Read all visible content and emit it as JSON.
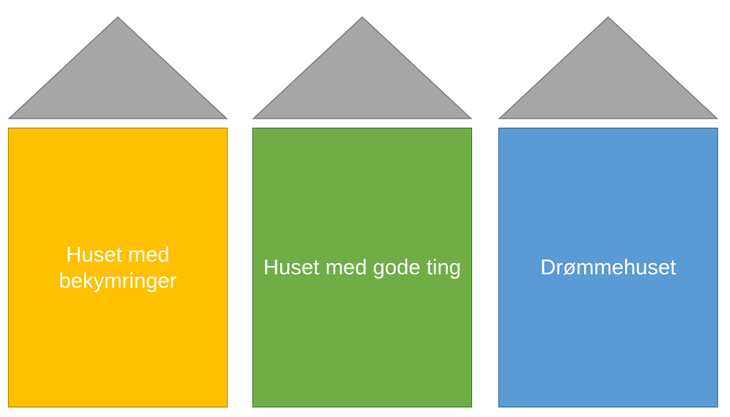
{
  "diagram": {
    "background_color": "#ffffff",
    "roof_fill": "#a6a6a6",
    "roof_stroke": "#7f7f7f",
    "text_color": "#ffffff",
    "houses": [
      {
        "id": "house-worries",
        "label": "Huset med bekymringer",
        "body_fill": "#ffc000",
        "body_stroke": "#bc8c00",
        "roof_fill": "#a6a6a6",
        "roof_stroke": "#7f7f7f",
        "text_color": "#ffffff"
      },
      {
        "id": "house-good-things",
        "label": "Huset med gode ting",
        "body_fill": "#70ad47",
        "body_stroke": "#507e32",
        "roof_fill": "#a6a6a6",
        "roof_stroke": "#7f7f7f",
        "text_color": "#ffffff"
      },
      {
        "id": "house-dream",
        "label": "Drømmehuset",
        "body_fill": "#5b9bd5",
        "body_stroke": "#41719c",
        "roof_fill": "#a6a6a6",
        "roof_stroke": "#7f7f7f",
        "text_color": "#ffffff"
      }
    ]
  }
}
